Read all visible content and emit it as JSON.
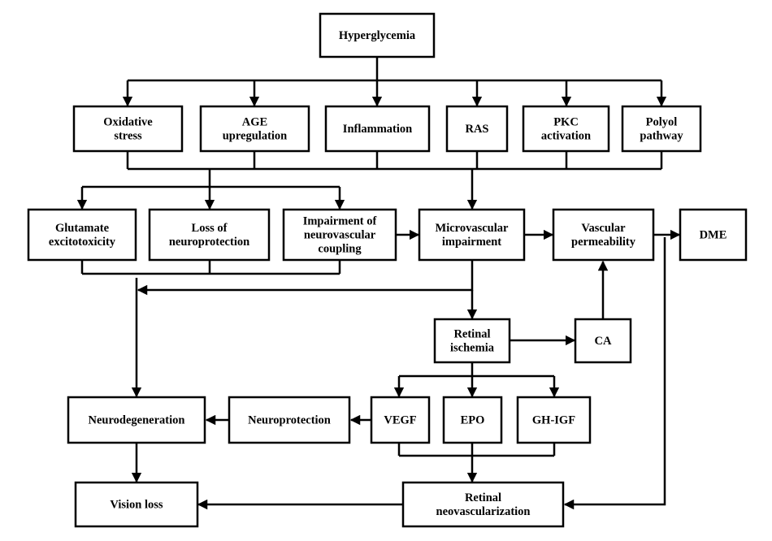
{
  "diagram": {
    "nodes": {
      "hyperglycemia": {
        "lines": [
          "Hyperglycemia"
        ]
      },
      "oxidative_stress": {
        "lines": [
          "Oxidative",
          "stress"
        ]
      },
      "age_upregulation": {
        "lines": [
          "AGE",
          "upregulation"
        ]
      },
      "inflammation": {
        "lines": [
          "Inflammation"
        ]
      },
      "ras": {
        "lines": [
          "RAS"
        ]
      },
      "pkc_activation": {
        "lines": [
          "PKC",
          "activation"
        ]
      },
      "polyol_pathway": {
        "lines": [
          "Polyol",
          "pathway"
        ]
      },
      "glutamate_excitotoxicity": {
        "lines": [
          "Glutamate",
          "excitotoxicity"
        ]
      },
      "loss_of_neuroprotection": {
        "lines": [
          "Loss of",
          "neuroprotection"
        ]
      },
      "impairment_neurovascular_coupling": {
        "lines": [
          "Impairment of",
          "neurovascular",
          "coupling"
        ]
      },
      "microvascular_impairment": {
        "lines": [
          "Microvascular",
          "impairment"
        ]
      },
      "vascular_permeability": {
        "lines": [
          "Vascular",
          "permeability"
        ]
      },
      "dme": {
        "lines": [
          "DME"
        ]
      },
      "retinal_ischemia": {
        "lines": [
          "Retinal",
          "ischemia"
        ]
      },
      "ca": {
        "lines": [
          "CA"
        ]
      },
      "neurodegeneration": {
        "lines": [
          "Neurodegeneration"
        ]
      },
      "neuroprotection": {
        "lines": [
          "Neuroprotection"
        ]
      },
      "vegf": {
        "lines": [
          "VEGF"
        ]
      },
      "epo": {
        "lines": [
          "EPO"
        ]
      },
      "gh_igf": {
        "lines": [
          "GH-IGF"
        ]
      },
      "vision_loss": {
        "lines": [
          "Vision loss"
        ]
      },
      "retinal_neovascularization": {
        "lines": [
          "Retinal",
          "neovascularization"
        ]
      }
    }
  }
}
